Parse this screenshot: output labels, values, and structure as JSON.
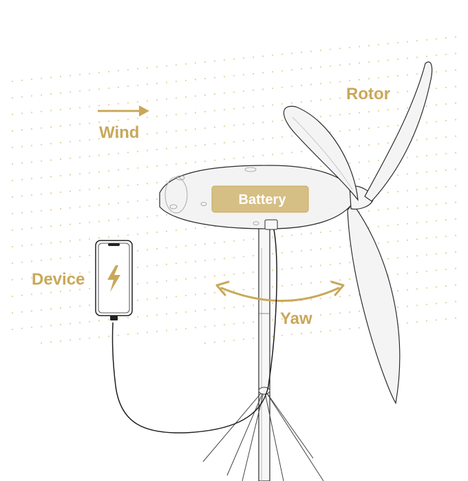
{
  "labels": {
    "rotor": "Rotor",
    "wind": "Wind",
    "battery": "Battery",
    "device": "Device",
    "yaw": "Yaw"
  },
  "colors": {
    "accent": "#c9a859",
    "dots": "#e3d2a4",
    "line": "#2b2b2b",
    "body_fill": "#f4f4f4",
    "battery_fill": "#d6bf85"
  },
  "icons": {
    "device": "smartphone-icon",
    "charge": "lightning-bolt-icon",
    "wind": "arrow-right-icon",
    "yaw": "curved-double-arrow-icon"
  }
}
